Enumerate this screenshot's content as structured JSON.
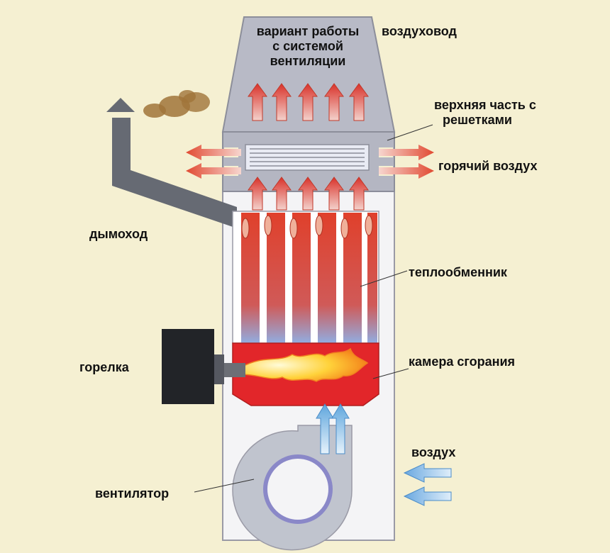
{
  "labels": {
    "ventilation_option": [
      "вариант работы",
      "с системой",
      "вентиляции"
    ],
    "air_duct": "воздуховод",
    "top_grilles": [
      "верхняя часть с",
      "решетками"
    ],
    "hot_air": "горячий воздух",
    "chimney": "дымоход",
    "heat_exchanger": "теплообменник",
    "burner": "горелка",
    "combustion_chamber": "камера сгорания",
    "air": "воздух",
    "fan": "вентилятор"
  },
  "colors": {
    "background": "#f5f0d2",
    "housing": "#f4f4f6",
    "outline": "#9a9aa6",
    "heat_red": "#d9322a",
    "chimney_gray": "#666a73",
    "burner_black": "#222428",
    "cold_blue": "#7ab8e6",
    "fan_ring": "#8a88c8",
    "smoke": "#a0743a"
  }
}
